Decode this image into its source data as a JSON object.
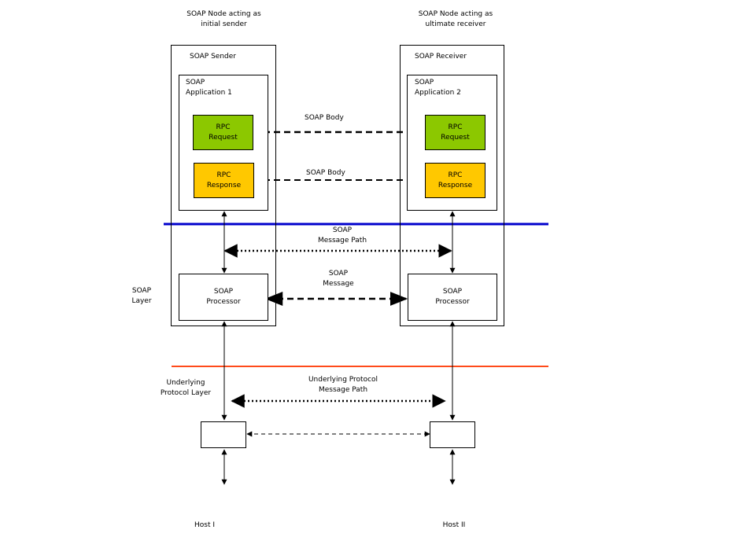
{
  "nodes": {
    "sender_caption": [
      "SOAP Node acting as",
      "initial sender"
    ],
    "receiver_caption": [
      "SOAP Node acting as",
      "ultimate receiver"
    ],
    "sender_title": "SOAP Sender",
    "receiver_title": "SOAP Receiver"
  },
  "apps": {
    "app1": [
      "SOAP",
      "Application 1"
    ],
    "app2": [
      "SOAP",
      "Application 2"
    ]
  },
  "rpc": {
    "request": [
      "RPC",
      "Request"
    ],
    "response": [
      "RPC",
      "Response"
    ],
    "body_label_top": "SOAP Body",
    "body_label_bottom": "SOAP Body"
  },
  "soap_layer": {
    "label": [
      "SOAP",
      "Layer"
    ],
    "message_path": [
      "SOAP",
      "Message Path"
    ],
    "message": [
      "SOAP",
      "Message"
    ],
    "processor": [
      "SOAP",
      "Processor"
    ]
  },
  "protocol_layer": {
    "label": [
      "Underlying",
      "Protocol Layer"
    ],
    "message_path": [
      "Underlying Protocol",
      "Message Path"
    ]
  },
  "hosts": {
    "host1": "Host I",
    "host2": "Host II"
  },
  "colors": {
    "rpc_request": "#8cc800",
    "rpc_response": "#ffc800",
    "soap_layer_line": "#0000cc",
    "protocol_layer_line": "#ff4a1a"
  }
}
